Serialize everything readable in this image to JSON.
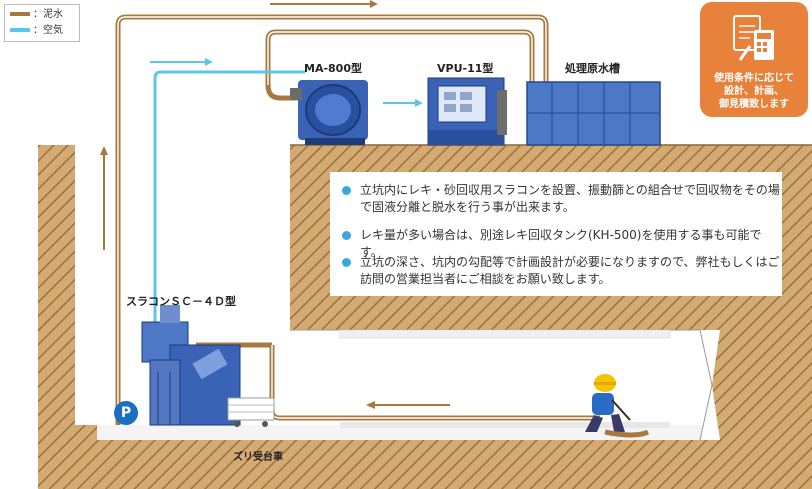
{
  "legend": {
    "mud_label": "：泥水",
    "air_label": "：空気",
    "mud_color": "#a8783f",
    "air_color": "#5bc6ea"
  },
  "labels": {
    "ma800": "MA-800型",
    "vpu11": "VPU-11型",
    "tank": "処理原水槽",
    "suracon": "スラコンＳＣ－４Ｄ型",
    "cart": "ズリ受台車"
  },
  "info": [
    "立坑内にレキ・砂回収用スラコンを設置、振動篩との組合せで回収物をその場で固液分離と脱水を行う事が出来ます。",
    "レキ量が多い場合は、別途レキ回収タンク(KH-500)を使用する事も可能です。",
    "立坑の深さ、坑内の勾配等で計画設計が必要になりますので、弊社もしくはご訪問の営業担当者にご相談をお願い致します。"
  ],
  "badge": {
    "line1": "使用条件に応じて",
    "line2": "設計、計画、",
    "line3": "御見積致します",
    "icon": "document-calculator-icon"
  },
  "pump_symbol": "P",
  "colors": {
    "ground": "#c9a36a",
    "pipe": "#a8783f",
    "air": "#5bc6ea",
    "badge": "#e8813a",
    "equipment": "#3b63b5"
  }
}
